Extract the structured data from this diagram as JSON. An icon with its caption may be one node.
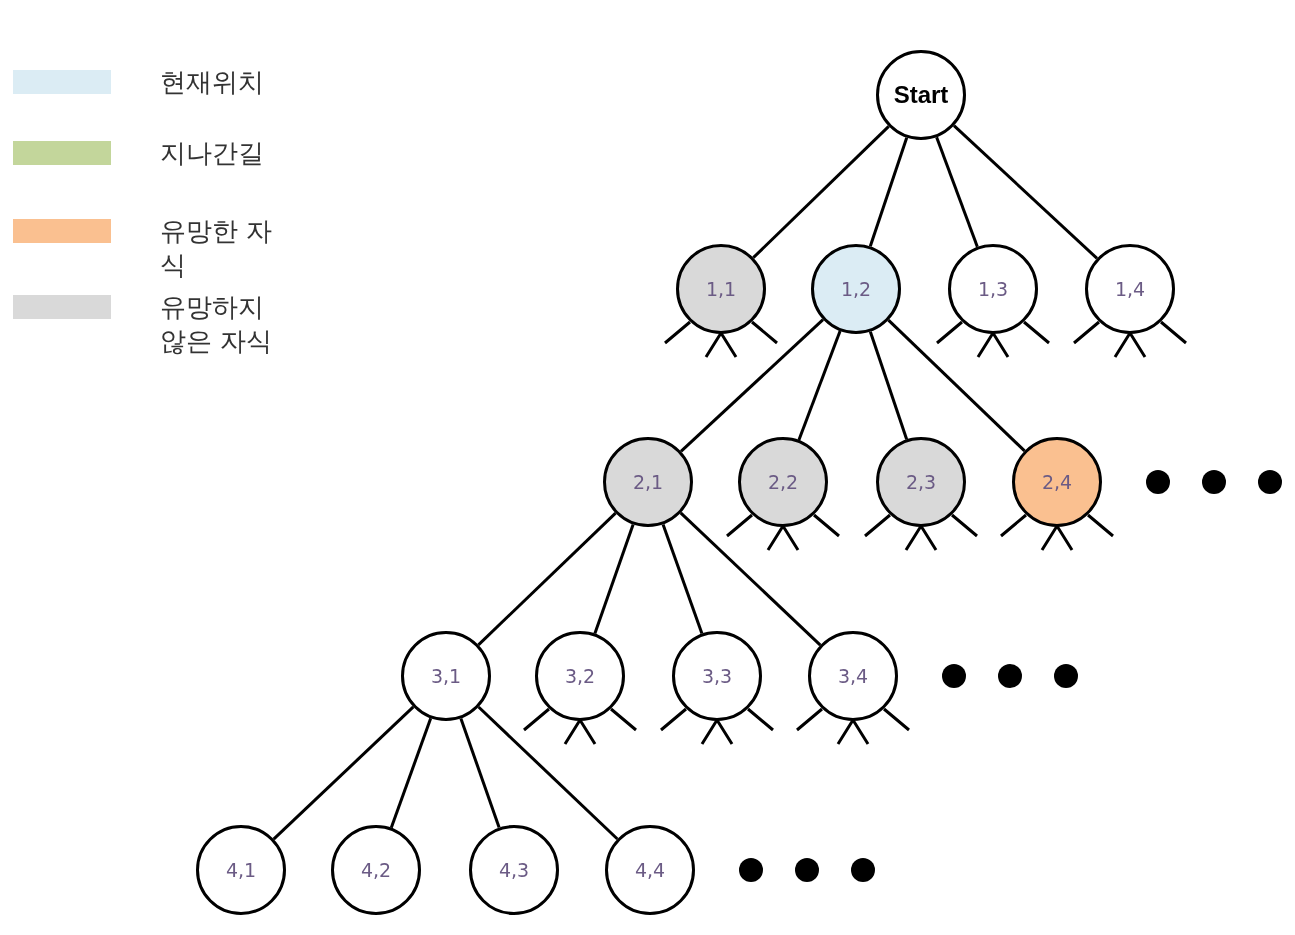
{
  "diagram": {
    "nodes": [
      {
        "text": [
          "Start"
        ]
      },
      {
        "text": [
          "1,1"
        ]
      },
      {
        "text": [
          "1,2"
        ]
      },
      {
        "text": [
          "1,3"
        ]
      },
      {
        "text": [
          "1,4"
        ]
      },
      {
        "text": [
          "2,1"
        ]
      },
      {
        "text": [
          "2,2"
        ]
      },
      {
        "text": [
          "2,3"
        ]
      },
      {
        "text": [
          "2,4"
        ]
      },
      {
        "text": [
          "3,1"
        ]
      },
      {
        "text": [
          "3,2"
        ]
      },
      {
        "text": [
          "3,3"
        ]
      },
      {
        "text": [
          "3,4"
        ]
      },
      {
        "text": [
          "4,1"
        ]
      },
      {
        "text": [
          "4,2"
        ]
      },
      {
        "text": [
          "4,3"
        ]
      },
      {
        "text": [
          "4,4"
        ]
      }
    ],
    "edges": [
      {
        "from": 0,
        "to": 1,
        "arrow": "none"
      },
      {
        "from": 0,
        "to": 2,
        "arrow": "none"
      },
      {
        "from": 0,
        "to": 3,
        "arrow": "none"
      },
      {
        "from": 0,
        "to": 4,
        "arrow": "none"
      },
      {
        "from": 2,
        "to": 5,
        "arrow": "none"
      },
      {
        "from": 2,
        "to": 6,
        "arrow": "none"
      },
      {
        "from": 2,
        "to": 7,
        "arrow": "none"
      },
      {
        "from": 2,
        "to": 8,
        "arrow": "none"
      },
      {
        "from": 5,
        "to": 9,
        "arrow": "none"
      },
      {
        "from": 5,
        "to": 10,
        "arrow": "none"
      },
      {
        "from": 5,
        "to": 11,
        "arrow": "none"
      },
      {
        "from": 5,
        "to": 12,
        "arrow": "none"
      },
      {
        "from": 9,
        "to": 13,
        "arrow": "none"
      },
      {
        "from": 9,
        "to": 14,
        "arrow": "none"
      },
      {
        "from": 9,
        "to": 15,
        "arrow": "none"
      },
      {
        "from": 9,
        "to": 16,
        "arrow": "none"
      }
    ],
    "legend": [
      {
        "text": "현재위치",
        "color": "#dbecf4"
      },
      {
        "text": "지나간길",
        "color": "#c3d69b"
      },
      {
        "text": "유망한 자식",
        "color": "#fac090"
      },
      {
        "text": "유망하지 않은 자식",
        "color": "#d9d9d9"
      }
    ]
  }
}
